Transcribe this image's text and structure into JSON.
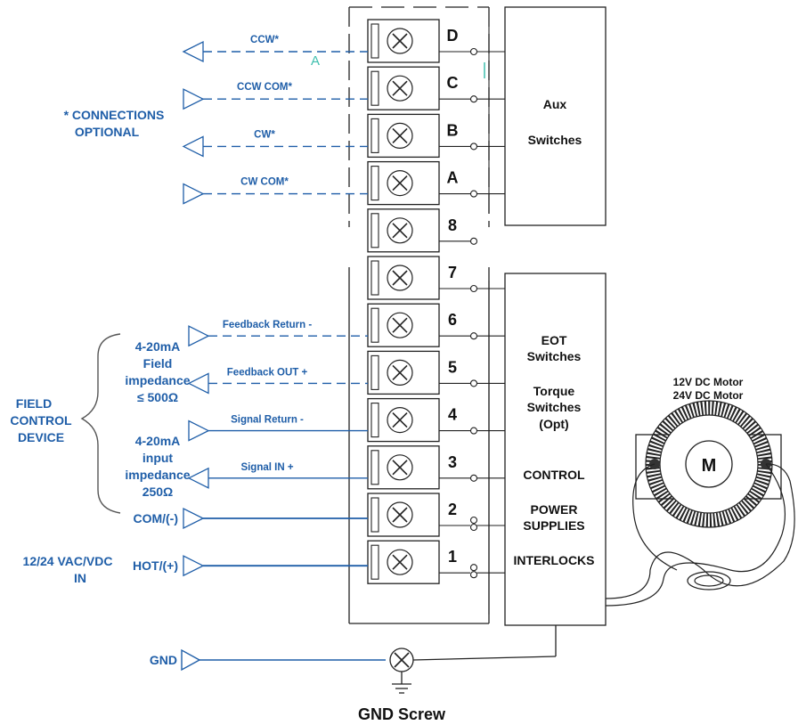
{
  "colors": {
    "signal": "#1f5ea8",
    "line": "#222222",
    "aux_mark": "#3fbfae"
  },
  "terminal_block": {
    "aux_terminals": [
      "D",
      "C",
      "B",
      "A"
    ],
    "main_terminals": [
      "8",
      "7",
      "6",
      "5",
      "4",
      "3",
      "2",
      "1"
    ]
  },
  "optional_signals": [
    "CCW*",
    "CCW COM*",
    "CW*",
    "CW COM*"
  ],
  "optional_note": [
    "* CONNECTIONS",
    "OPTIONAL"
  ],
  "aux_box": [
    "Aux",
    "Switches"
  ],
  "main_box": {
    "eot": [
      "EOT",
      "Switches"
    ],
    "torque": [
      "Torque",
      "Switches",
      "(Opt)"
    ],
    "control": "CONTROL",
    "power": [
      "POWER",
      "SUPPLIES"
    ],
    "interlocks": "INTERLOCKS"
  },
  "field_signals": [
    "Feedback Return -",
    "Feedback OUT +",
    "Signal Return -",
    "Signal IN +"
  ],
  "feedback_spec": [
    "4-20mA",
    "Field",
    "impedance",
    "≤ 500Ω"
  ],
  "input_spec": [
    "4-20mA",
    "input",
    "impedance",
    "250Ω"
  ],
  "field_device": [
    "FIELD",
    "CONTROL",
    "DEVICE"
  ],
  "power_inputs": [
    "COM/(-)",
    "HOT/(+)"
  ],
  "power_label": [
    "12/24 VAC/VDC",
    "IN"
  ],
  "gnd_label": "GND",
  "gnd_screw": "GND Screw",
  "motor": {
    "labels": [
      "12V DC Motor",
      "24V DC Motor"
    ],
    "symbol": "M"
  },
  "stray_mark": "A"
}
